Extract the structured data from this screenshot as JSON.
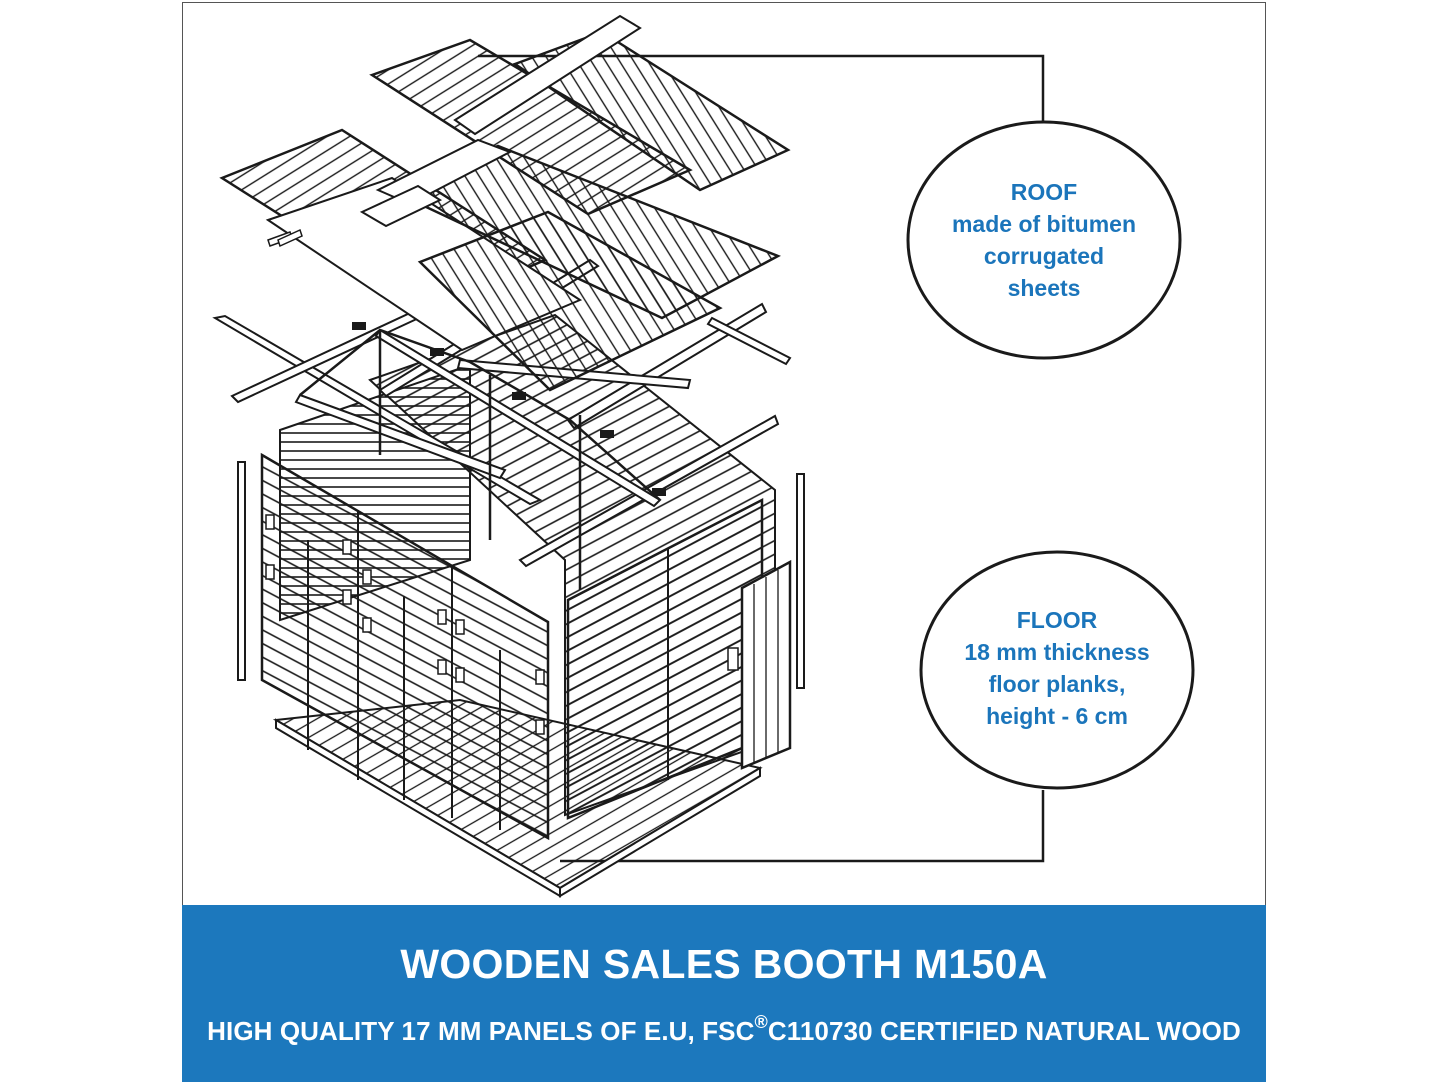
{
  "roof_callout": {
    "lines": [
      "ROOF",
      "made of bitumen",
      "corrugated",
      "sheets"
    ]
  },
  "floor_callout": {
    "lines": [
      "FLOOR",
      "18 mm thickness",
      "floor planks,",
      "height - 6 cm"
    ]
  },
  "banner": {
    "title": "WOODEN SALES BOOTH M150A",
    "subtitle_part1": "HIGH QUALITY 17 MM PANELS OF E.U, FSC",
    "subtitle_reg": "®",
    "subtitle_part2": "C110730 CERTIFIED NATURAL WOOD"
  },
  "colors": {
    "accent_blue": "#1c78bd",
    "callout_text": "#1b75bb",
    "line_art": "#1a1a1a"
  }
}
